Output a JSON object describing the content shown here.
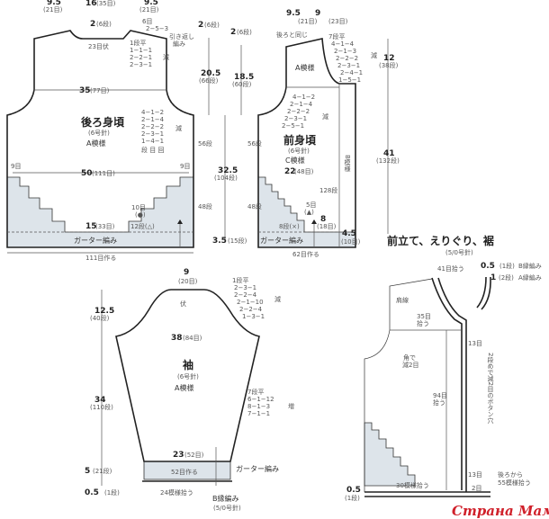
{
  "back": {
    "top_left": "9.5",
    "top_left_sub": "(21目)",
    "top_mid": "16",
    "top_mid_sub": "(35目)",
    "top_right": "9.5",
    "top_right_sub": "(21目)",
    "neck_rows": "2",
    "neck_rows_sub": "(6段)",
    "neck_bind": "23目伏",
    "shoulder_note1": "6目",
    "shoulder_note2": "2−5−3",
    "shoulder_note3": "引き返し",
    "shoulder_note4": "編み",
    "neck_dec": [
      "1段平",
      "1−1−1",
      "2−2−1",
      "2−3−1"
    ],
    "dec_label": "減",
    "width_chest": "35",
    "width_chest_sub": "(77目)",
    "arm_dec": [
      "4−1−2",
      "2−1−4",
      "2−2−2",
      "2−3−1",
      "1−4−1",
      "段 目 回"
    ],
    "title": "後ろ身頃",
    "needle": "(6号針)",
    "pattern": "A模様",
    "rows56": "56段",
    "rows48": "48段",
    "left9": "9目",
    "right9": "9目",
    "width50": "50",
    "width50_sub": "(111目)",
    "note10": "10目",
    "note10b": "(●)",
    "note12": "12段(△)",
    "width15": "15",
    "width15_sub": "(33目)",
    "garter": "ガーター編み",
    "cast_on": "111目作る"
  },
  "measures": {
    "h2a": "2",
    "h2a_sub": "(6段)",
    "h2b": "2",
    "h2b_sub": "(6段)",
    "h205": "20.5",
    "h205_sub": "(66段)",
    "h185": "18.5",
    "h185_sub": "(60段)",
    "h325": "32.5",
    "h325_sub": "(104段)",
    "h35": "3.5",
    "h35_sub": "(15段)",
    "h12": "12",
    "h12_sub": "(38段)",
    "h41": "41",
    "h41_sub": "(132段)"
  },
  "front": {
    "top_a": "9.5",
    "top_a_sub": "(21目)",
    "top_b": "9",
    "top_b_sub": "(23目)",
    "same_as_back": "後ろと同じ",
    "neck_dec": [
      "7段平",
      "4−1−4",
      "2−1−3",
      "2−2−2",
      "2−3−1",
      "2−4−1",
      "1−5−1"
    ],
    "dec_label": "減",
    "pattern_a": "A模様",
    "arm_dec": [
      "4−1−2",
      "2−1−4",
      "2−2−2",
      "2−3−1",
      "2−5−1"
    ],
    "dec_label2": "減",
    "title": "前身頃",
    "needle": "(6号針)",
    "pattern": "C模様",
    "pattern_b": "B模様",
    "rows56": "56段",
    "rows48": "48段",
    "rows128": "128段",
    "width22": "22",
    "width22_sub": "(48目)",
    "note5": "5目",
    "note5b": "(▲)",
    "note8": "8段(×)",
    "w8": "8",
    "w8_sub": "(18目)",
    "w45": "4.5",
    "w45_sub": "(10目)",
    "garter": "ガーター編み",
    "cast_on": "62目作る"
  },
  "sleeve": {
    "top": "9",
    "top_sub": "(20目)",
    "bind": "伏",
    "cap_dec": [
      "1段平",
      "2−3−1",
      "2−2−4",
      "2−1−10",
      "2−2−4",
      "1−3−1"
    ],
    "dec_label": "減",
    "h125": "12.5",
    "h125_sub": "(40段)",
    "width38": "38",
    "width38_sub": "(84目)",
    "title": "袖",
    "needle": "(6号針)",
    "pattern": "A模様",
    "h34": "34",
    "h34_sub": "(110段)",
    "inc": [
      "7段平",
      "6−1−12",
      "8−1−3",
      "7−1−1"
    ],
    "inc_label": "増",
    "width23": "23",
    "width23_sub": "(52目)",
    "cast_on": "52目作る",
    "garter": "ガーター編み",
    "h5": "5",
    "h5_sub": "(21段)",
    "h05": "0.5",
    "h05_sub": "(1段)",
    "pickup": "24模様拾う",
    "rib": "B縁編み",
    "rib_needle": "(5/0号針)"
  },
  "band": {
    "title": "前立て、えりぐり、裾",
    "needle": "(5/0号針)",
    "pick41": "41目拾う",
    "b05": "0.5",
    "b05_sub": "(1段)",
    "b_edge": "B縁編み",
    "a1": "1",
    "a1_sub": "(2段)",
    "a_edge": "A縁編み",
    "shoulder": "肩線",
    "pick35": "35目",
    "pick35b": "拾う",
    "corner": "角で",
    "corner2": "減2目",
    "c13a": "13目",
    "c13b": "13目",
    "buttonhole": "2段めで減2目のボタン穴",
    "pick94": "94目",
    "pick94b": "拾う",
    "c2": "2目",
    "pick30": "30模様拾う",
    "from_back": "後ろから",
    "pick55": "55模様拾う",
    "bottom05": "0.5",
    "bottom05_sub": "(1段)"
  },
  "watermark": "Страна Мам"
}
